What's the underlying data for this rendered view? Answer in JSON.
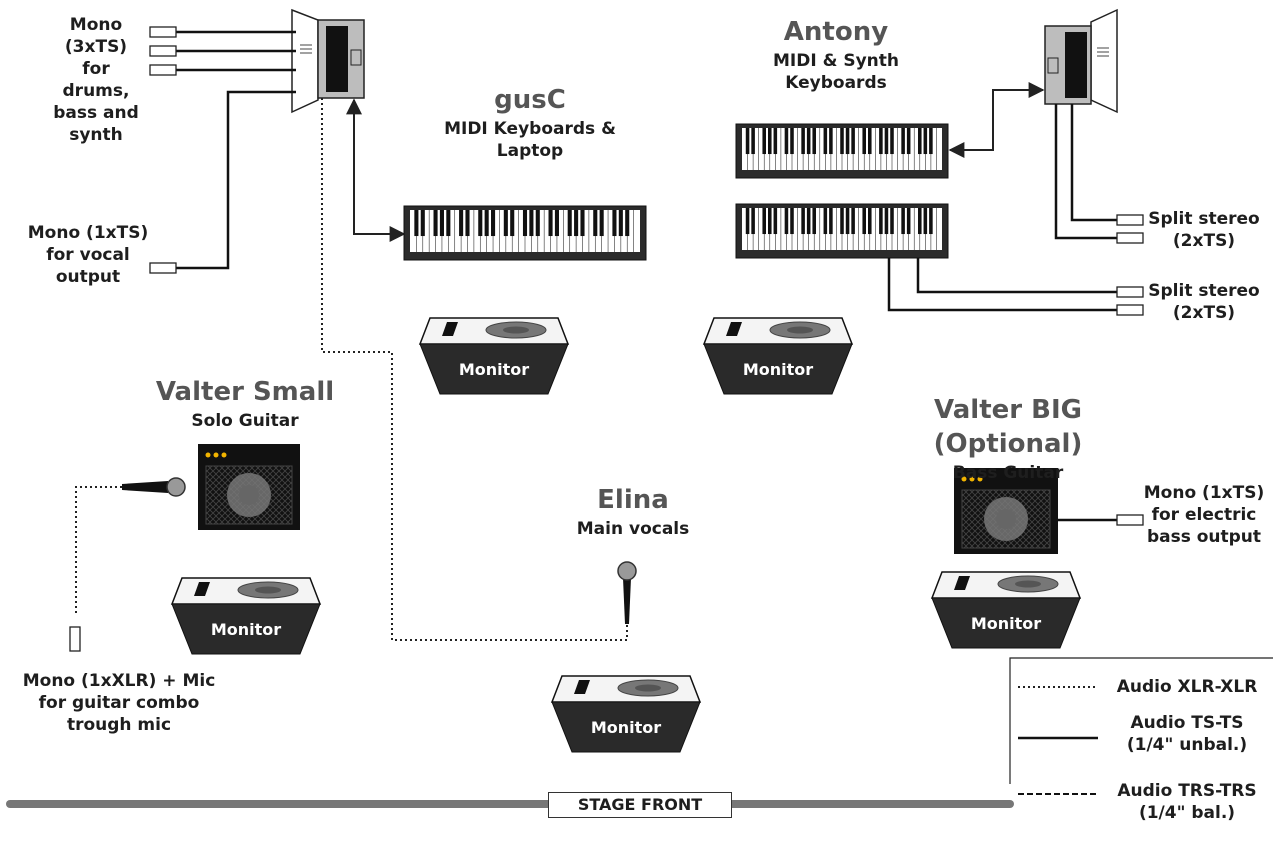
{
  "members": {
    "gusc": {
      "name": "gusC",
      "role_line1": "MIDI Keyboards &",
      "role_line2": "Laptop"
    },
    "antony": {
      "name": "Antony",
      "role_line1": "MIDI & Synth",
      "role_line2": "Keyboards"
    },
    "valter_small": {
      "name": "Valter Small",
      "role": "Solo Guitar"
    },
    "valter_big": {
      "name": "Valter BIG (Optional)",
      "role": "Bass Guitar"
    },
    "elina": {
      "name": "Elina",
      "role": "Main vocals"
    }
  },
  "outputs": {
    "mono_3xts": [
      "Mono",
      "(3xTS)",
      "for drums,",
      "bass and",
      "synth"
    ],
    "mono_vocal": [
      "Mono (1xTS)",
      "for vocal",
      "output"
    ],
    "split_stereo_1": [
      "Split stereo",
      "(2xTS)"
    ],
    "split_stereo_2": [
      "Split stereo",
      "(2xTS)"
    ],
    "mono_bass": [
      "Mono (1xTS)",
      "for electric",
      "bass output"
    ],
    "mono_guitar": [
      "Mono (1xXLR) + Mic",
      "for guitar combo",
      "trough mic"
    ]
  },
  "monitor_label": "Monitor",
  "stage_front": "STAGE FRONT",
  "legend": [
    {
      "style": "dotted",
      "line1": "Audio XLR-XLR",
      "line2": ""
    },
    {
      "style": "solid",
      "line1": "Audio TS-TS",
      "line2": "(1/4\" unbal.)"
    },
    {
      "style": "dashed",
      "line1": "Audio TRS-TRS",
      "line2": "(1/4\" bal.)"
    }
  ],
  "colors": {
    "amp_dot": "#f2b400",
    "name_gray": "#555555",
    "device_dark": "#2b2b2b"
  }
}
